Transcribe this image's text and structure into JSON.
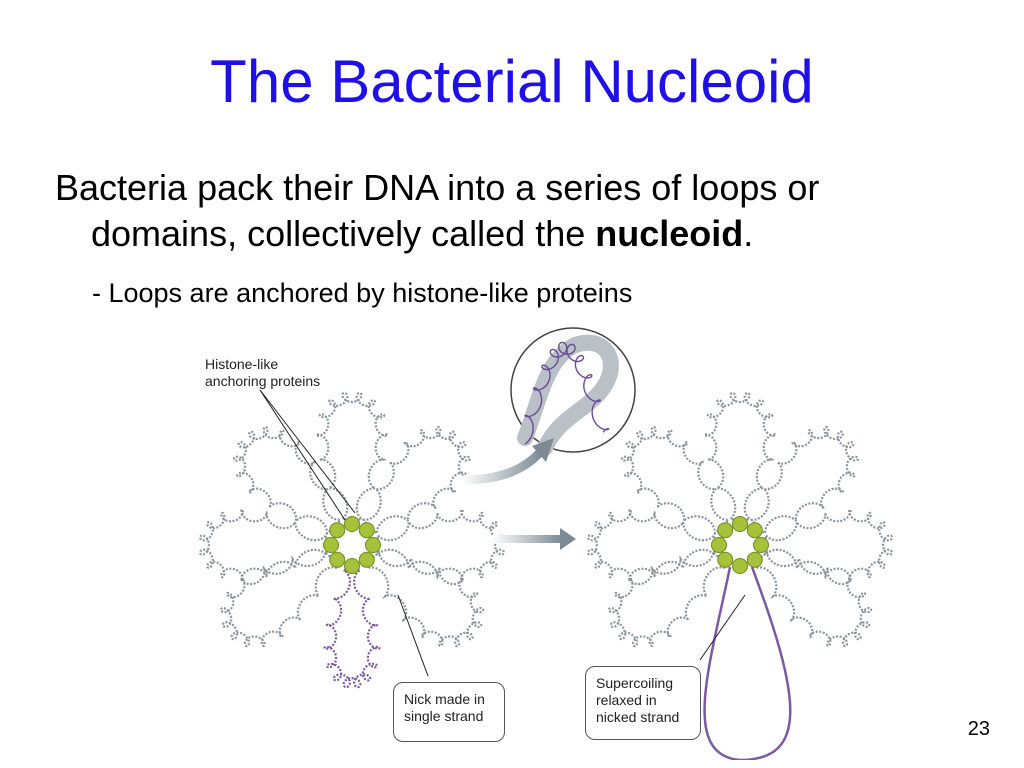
{
  "slide": {
    "title": "The Bacterial Nucleoid",
    "bullet": {
      "line1": "Bacteria pack their DNA into a series of loops or",
      "line2_prefix": "domains, collectively called the ",
      "emphasis": "nucleoid",
      "suffix": "."
    },
    "subbullet": "- Loops are anchored by histone-like proteins",
    "page_number": "23"
  },
  "figure": {
    "label_anchor_line1": "Histone-like",
    "label_anchor_line2": "anchoring proteins",
    "callout_nick_line1": "Nick made in",
    "callout_nick_line2": "single strand",
    "callout_relax_line1": "Supercoiling",
    "callout_relax_line2": "relaxed in",
    "callout_relax_line3": "nicked strand"
  },
  "colors": {
    "title": "#1f10e8",
    "dna_gray": "#8a949c",
    "dna_purple": "#7a5aa0",
    "protein_green": "#a6c23a",
    "arrow_gray": "#8a96a0"
  }
}
